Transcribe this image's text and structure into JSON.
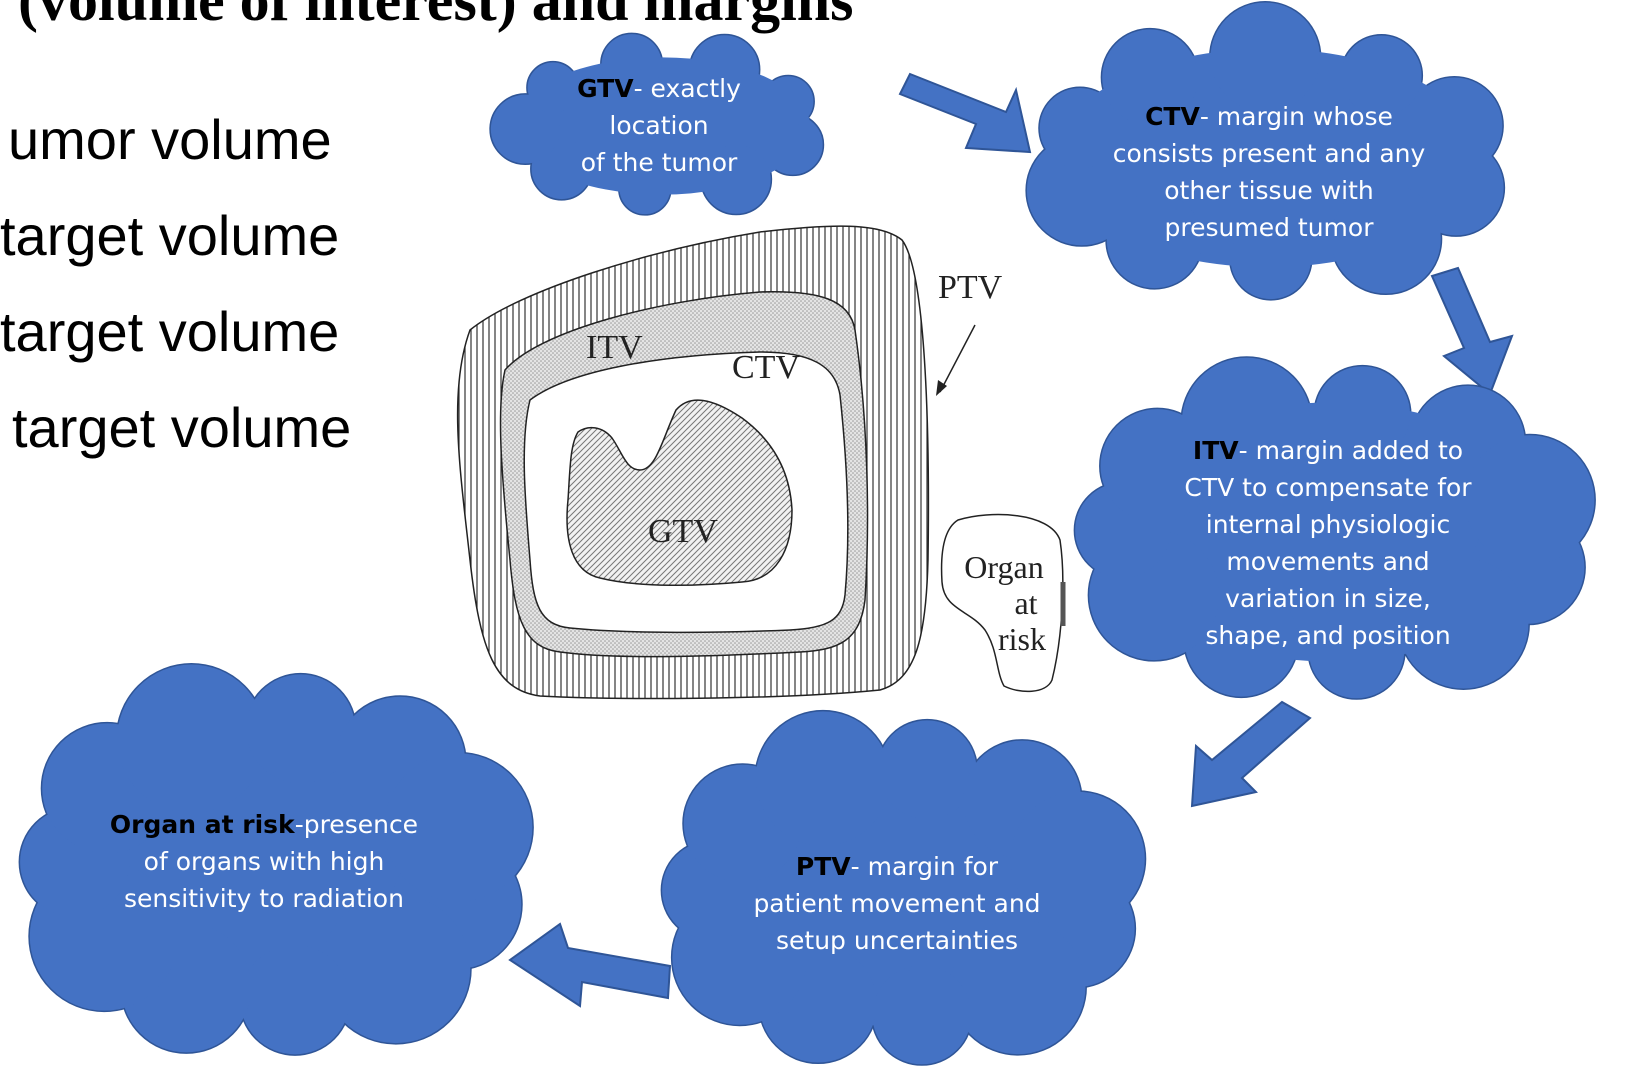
{
  "title": "(volume of interest) and margins",
  "bullets": [
    "umor volume",
    "target volume",
    "target volume",
    "target volume"
  ],
  "figure_labels": {
    "itv": "ITV",
    "ctv": "CTV",
    "gtv": "GTV",
    "ptv": "PTV",
    "organ_line1": "Organ",
    "organ_line2": "at",
    "organ_line3": "risk"
  },
  "clouds": {
    "gtv": {
      "term": "GTV",
      "lines": [
        "- exactly",
        "location",
        "of the tumor"
      ]
    },
    "ctv": {
      "term": "CTV",
      "lines": [
        "- margin whose",
        "consists present and any",
        "other tissue with",
        "presumed tumor"
      ]
    },
    "itv": {
      "term": "ITV",
      "lines": [
        "- margin added to",
        "CTV to compensate for",
        "internal physiologic",
        "movements and",
        "variation in size,",
        "shape, and position"
      ]
    },
    "ptv": {
      "term": "PTV",
      "lines": [
        "- margin for",
        "patient movement and",
        "setup uncertainties"
      ]
    },
    "oar": {
      "term": "Organ at risk",
      "lines": [
        "-presence",
        "of organs with high",
        "sensitivity to radiation"
      ]
    }
  },
  "colors": {
    "cloud_fill": "#4472c4",
    "cloud_stroke": "#2f5597",
    "cloud_text": "#ffffff",
    "term_text": "#000000"
  }
}
